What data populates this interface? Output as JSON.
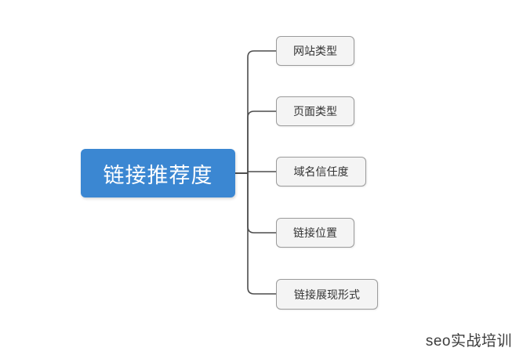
{
  "root": {
    "label": "链接推荐度",
    "color": "#3b87d2",
    "text_color": "#ffffff"
  },
  "children": [
    {
      "label": "网站类型"
    },
    {
      "label": "页面类型"
    },
    {
      "label": "域名信任度"
    },
    {
      "label": "链接位置"
    },
    {
      "label": "链接展现形式"
    }
  ],
  "connector_color": "#4d4d4d",
  "watermark": "seo实战培训"
}
